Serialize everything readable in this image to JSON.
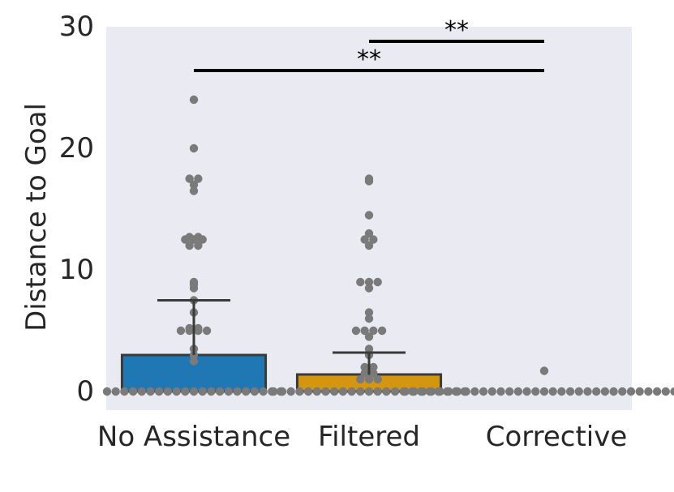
{
  "chart_data": {
    "type": "bar",
    "categories": [
      "No Assistance",
      "Filtered",
      "Corrective"
    ],
    "series": [
      {
        "values": [
          3.0,
          1.4,
          0.0
        ],
        "error_upper": [
          7.5,
          3.2,
          0.0
        ]
      }
    ],
    "points": [
      [
        0,
        0,
        0,
        0,
        0,
        0,
        0,
        0,
        0,
        0,
        0,
        0,
        0,
        0,
        0,
        0,
        0,
        0,
        0,
        0,
        0,
        2.5,
        3,
        3.5,
        5,
        5,
        5,
        5,
        5.2,
        5.2,
        6.5,
        7.5,
        8.5,
        8.8,
        9,
        12,
        12,
        12.5,
        12.5,
        12.5,
        12.7,
        12.7,
        16.5,
        17,
        17.5,
        17.5,
        20,
        24
      ],
      [
        0,
        0,
        0,
        0,
        0,
        0,
        0,
        0,
        0,
        0,
        0,
        0,
        0,
        0,
        0,
        0,
        0,
        0,
        0,
        0,
        0,
        0,
        0,
        1,
        1,
        1,
        1.5,
        1.5,
        2,
        2,
        3,
        3.5,
        4.5,
        5,
        5,
        5,
        5,
        6,
        6.5,
        8.5,
        9,
        9,
        9,
        12,
        12.5,
        12.5,
        13,
        14.5,
        17.3,
        17.5
      ],
      [
        0,
        0,
        0,
        0,
        0,
        0,
        0,
        0,
        0,
        0,
        0,
        0,
        0,
        0,
        0,
        0,
        0,
        0,
        0,
        0,
        0,
        0,
        0,
        0,
        0,
        0,
        0,
        0,
        0,
        0,
        0,
        0,
        0,
        1.7
      ]
    ],
    "colors": [
      "#1f77b4",
      "#d4960e",
      "#d4960e"
    ],
    "point_color": "#7a7a7a",
    "background": "#eaeaf2",
    "xlabel": "",
    "ylabel": "Distance to Goal",
    "ylim": [
      -1.5,
      30
    ],
    "yticks": [
      0,
      10,
      20,
      30
    ],
    "grid": false,
    "significance": [
      {
        "from": 1,
        "to": 2,
        "y": 28.8,
        "label": "**"
      },
      {
        "from": 0,
        "to": 2,
        "y": 26.4,
        "label": "**"
      }
    ]
  }
}
